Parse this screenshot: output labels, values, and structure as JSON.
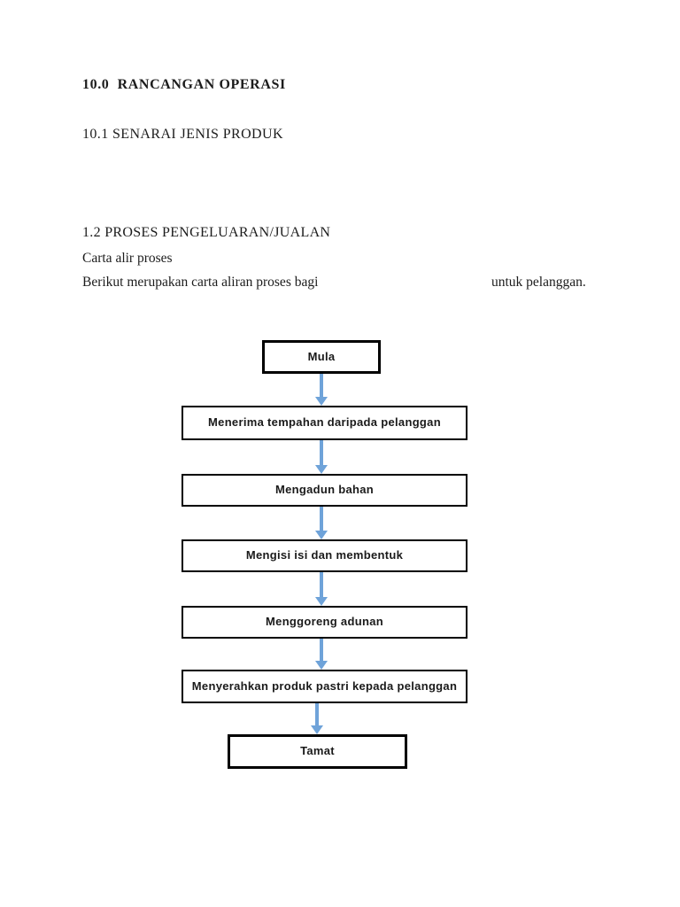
{
  "document": {
    "heading_main": "10.0  RANCANGAN OPERASI",
    "heading_sub1": "10.1 SENARAI JENIS PRODUK",
    "heading_sub2": "1.2 PROSES PENGELUARAN/JUALAN",
    "caption": "Carta alir proses",
    "intro_left": "Berikut merupakan carta aliran proses bagi",
    "intro_right": "untuk pelanggan."
  },
  "flowchart": {
    "arrow_color": "#6fa3d9",
    "border_color": "#000000",
    "steps": [
      {
        "label": "Mula"
      },
      {
        "label": "Menerima tempahan daripada pelanggan"
      },
      {
        "label": "Mengadun bahan"
      },
      {
        "label": "Mengisi isi dan membentuk"
      },
      {
        "label": "Menggoreng adunan"
      },
      {
        "label": "Menyerahkan produk pastri kepada pelanggan"
      },
      {
        "label": "Tamat"
      }
    ]
  }
}
